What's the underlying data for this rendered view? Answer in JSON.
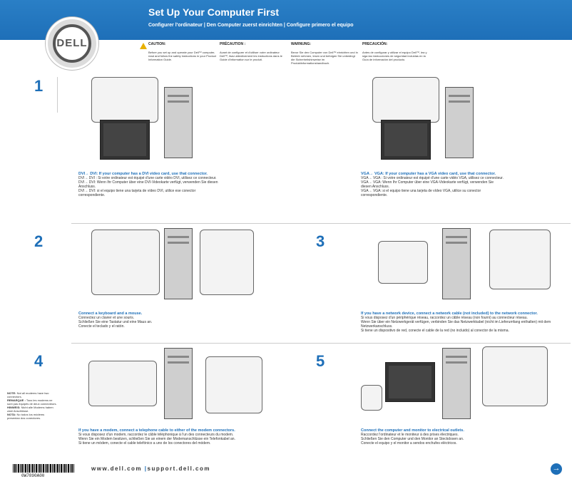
{
  "header": {
    "title": "Set Up Your Computer First",
    "subtitle": "Configurer l'ordinateur | Den Computer zuerst einrichten | Configure primero el equipo"
  },
  "logo": {
    "text": "DELL"
  },
  "warnings": [
    {
      "heading": "CAUTION:",
      "text": "Before you set up and operate your Dell™ computer, read and follow the safety instructions in your Product Information Guide."
    },
    {
      "heading": "PRÉCAUTION :",
      "text": "Avant de configurer et d'utiliser votre ordinateur Dell™, lisez attentivement les instructions dans le Guide d'information sur le produit."
    },
    {
      "heading": "WARNUNG:",
      "text": "Bevor Sie den Computer von Dell™ einrichten und in Betrieb nehmen, lesen und befolgen Sie unbedingt die Sicherheitshinweise im Produktinformationshandbuch."
    },
    {
      "heading": "PRECAUCIÓN:",
      "text": "Antes de configurar y utilizar el equipo Dell™, lea y siga las instrucciones de seguridad incluidas en la Guía de información del producto."
    }
  ],
  "steps": {
    "s1": "1",
    "s2": "2",
    "s3": "3",
    "s4": "4",
    "s5": "5"
  },
  "captions": {
    "dvi": {
      "title": "DVI→ DVI: If your computer has a DVI video card, use that connector.",
      "l1": "DVI→ DVI : Si votre ordinateur est équipé d'une carte vidéo DVI, utilisez ce connecteur.",
      "l2": "DVI→ DVI: Wenn Ihr Computer über eine DVI-Videokarte verfügt, verwenden Sie diesen Anschluss.",
      "l3": "DVI→ DVI: si el equipo tiene una tarjeta de vídeo DVI, utilice ese conector correspondiente."
    },
    "vga": {
      "title": "VGA→ VGA: If your computer has a VGA video card, use that connector.",
      "l1": "VGA→ VGA : Si votre ordinateur est équipé d'une carte vidéo VGA, utilisez ce connecteur.",
      "l2": "VGA→ VGA: Wenn Ihr Computer über eine VGA-Videokarte verfügt, verwenden Sie diesen Anschluss.",
      "l3": "VGA→ VGA: si el equipo tiene una tarjeta de vídeo VGA, utilice su conector correspondiente."
    },
    "keyboard": {
      "title": "Connect a keyboard and a mouse.",
      "l1": "Connectez un clavier et une souris.",
      "l2": "Schließen Sie eine Tastatur und eine Maus an.",
      "l3": "Conecte el teclado y el ratón."
    },
    "network": {
      "title": "If you have a network device, connect a network cable (not included) to the network connector.",
      "l1": "Si vous disposez d'un périphérique réseau, raccordez un câble réseau (non fourni) au connecteur réseau.",
      "l2": "Wenn Sie über ein Netzwerkgerät verfügen, verbinden Sie das Netzwerkkabel (nicht im Lieferumfang enthalten) mit dem Netzwerkanschluss.",
      "l3": "Si tiene un dispositivo de red, conecte el cable de la red (no incluido) al conector de la misma."
    },
    "modem": {
      "title": "If you have a modem, connect a telephone cable to either of the modem connectors.",
      "l1": "Si vous disposez d'un modem, raccordez le câble téléphonique à l'un des connecteurs du modem.",
      "l2": "Wenn Sie ein Modem besitzen, schließen Sie an einem der Modemanschlüsse ein Telefonkabel an.",
      "l3": "Si tiene un módem, conecte el cable telefónico a uno de los conectores del módem."
    },
    "power": {
      "title": "Connect the computer and monitor to electrical outlets.",
      "l1": "Raccordez l'ordinateur et le moniteur à des prises électriques.",
      "l2": "Schließen Sie den Computer und den Monitor an Steckdosen an.",
      "l3": "Conecte el equipo y el monitor a sendos enchufes eléctricos."
    }
  },
  "note": {
    "en_b": "NOTE:",
    "en": " Not all modems have two connectors.",
    "fr_b": "REMARQUE :",
    "fr": " Tous les modems ne sont pas équipés de deux connecteurs.",
    "de_b": "HINWEIS:",
    "de": " Nicht alle Modems haben zwei Anschlüsse.",
    "es_b": "NOTA:",
    "es": " No todos los módems presentan dos conectores."
  },
  "footer": {
    "url1": "www.dell.com",
    "sep": "|",
    "url2": "support.dell.com",
    "part": "0W7890A00",
    "next": "→"
  },
  "colors": {
    "accent": "#1e6fb8",
    "caution": "#e8b000"
  }
}
